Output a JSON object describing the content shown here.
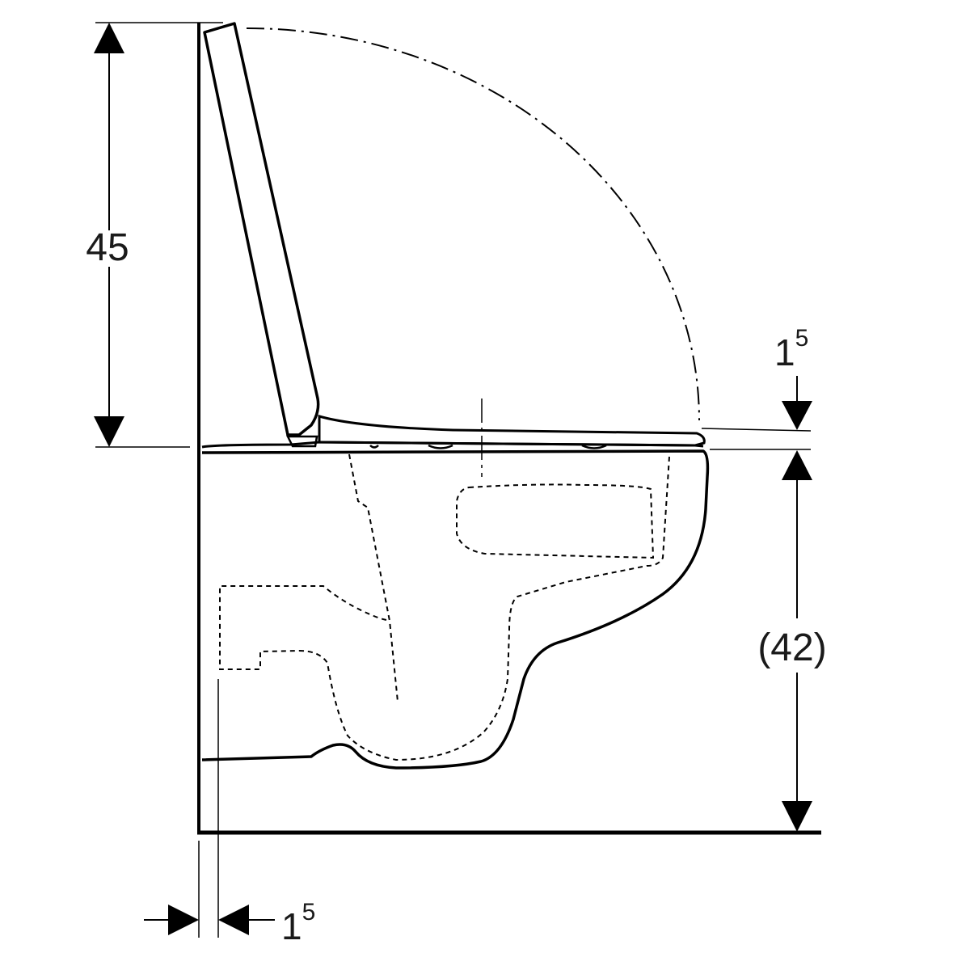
{
  "drawing": {
    "type": "wall-hung toilet side elevation",
    "line_color": "#000000",
    "background": "#ffffff"
  },
  "dimensions": {
    "lid_height": "45",
    "seat_thickness_base": "1",
    "seat_thickness_exp": "5",
    "bowl_height": "(42)",
    "wall_gap_base": "1",
    "wall_gap_exp": "5"
  }
}
